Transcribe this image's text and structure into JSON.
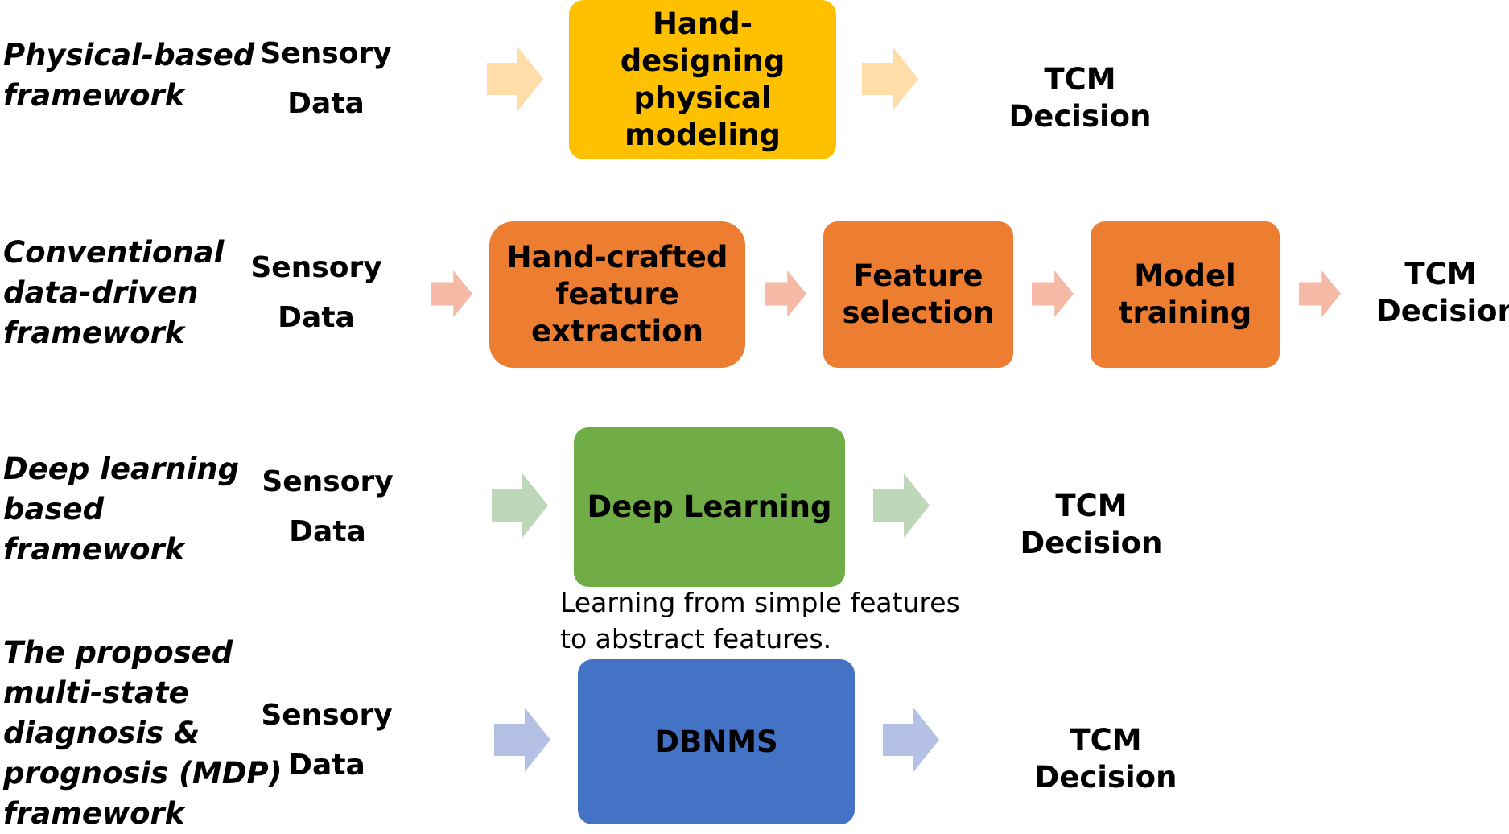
{
  "colors": {
    "yellow_box": "#ffc000",
    "orange_box": "#ed7d31",
    "green_box": "#70ad47",
    "blue_box": "#4472c4",
    "yellow_arrow": "#ffdca8",
    "orange_arrow": "#f6b9a6",
    "green_arrow": "#bdd7b8",
    "blue_arrow": "#b4c0e4"
  },
  "rows": {
    "physical": {
      "label": "Physical-based\nframework",
      "sensory": "Sensory\nData",
      "box": "Hand-designing\nphysical\nmodeling",
      "decision": "TCM Decision"
    },
    "conventional": {
      "label": "Conventional\ndata-driven\nframework",
      "sensory": "Sensory\nData",
      "box1": "Hand-crafted\nfeature\nextraction",
      "box2": "Feature\nselection",
      "box3": "Model\ntraining",
      "decision": "TCM\nDecision"
    },
    "deep": {
      "label": "Deep learning\nbased\nframework",
      "sensory": "Sensory\nData",
      "box": "Deep Learning",
      "decision": "TCM Decision",
      "caption": "Learning from simple features\nto abstract features."
    },
    "mdp": {
      "label": "The proposed\nmulti-state\ndiagnosis &\nprognosis (MDP)\nframework",
      "sensory": "Sensory\nData",
      "box": "DBNMS",
      "decision": "TCM Decision"
    }
  }
}
